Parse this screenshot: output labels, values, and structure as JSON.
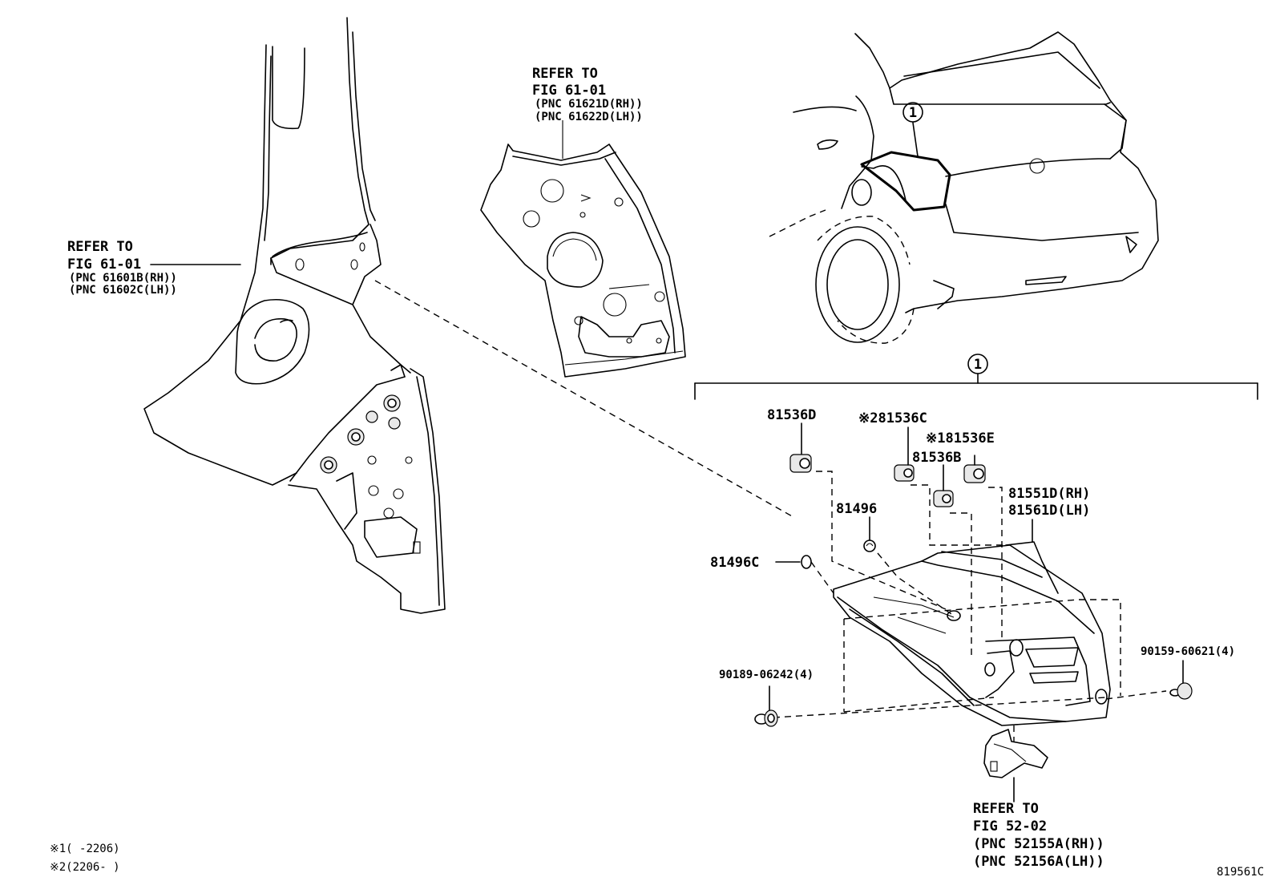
{
  "callout_id": "1",
  "refs": {
    "quarter_panel": {
      "line1": "REFER TO",
      "line2": "FIG 61-01",
      "line3": "(PNC 61601B(RH))",
      "line4": "(PNC 61602C(LH))"
    },
    "inner_panel": {
      "line1": "REFER TO",
      "line2": "FIG 61-01",
      "line3": "(PNC 61621D(RH))",
      "line4": "(PNC 61622D(LH))"
    },
    "bracket": {
      "line1": "REFER TO",
      "line2": "FIG 52-02",
      "line3": "(PNC 52155A(RH))",
      "line4": "(PNC 52156A(LH))"
    }
  },
  "parts": {
    "p81536D": "81536D",
    "p81536C": "※281536C",
    "p81536E": "※181536E",
    "p81536B": "81536B",
    "p81496": "81496",
    "p81496C": "81496C",
    "p81551D": "81551D(RH)",
    "p81561D": "81561D(LH)",
    "p90189": "90189-06242(4)",
    "p90159": "90159-60621(4)"
  },
  "notes": {
    "note1": "※1(    -2206)",
    "note2": "※2(2206-    )"
  },
  "diagram_id": "819561C"
}
